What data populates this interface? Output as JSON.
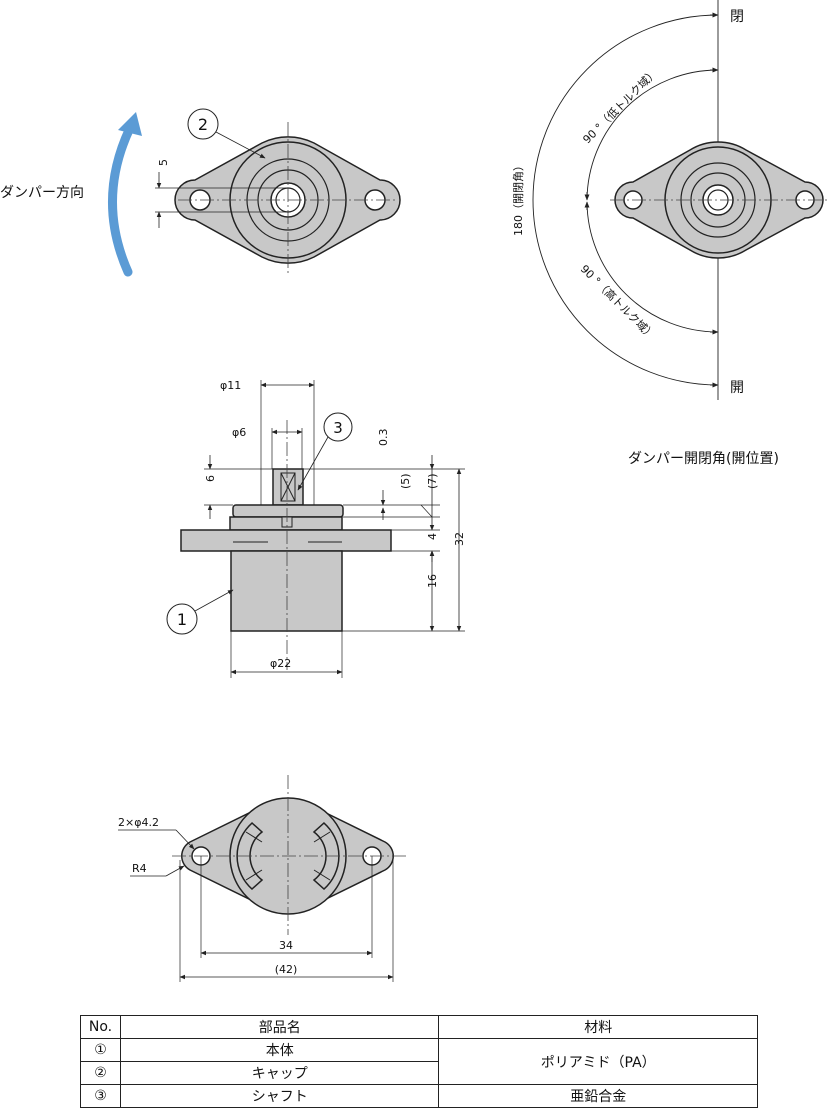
{
  "colors": {
    "part_fill": "#c8c8c8",
    "arrow_blue": "#5b9bd5",
    "line": "#222222"
  },
  "top_view": {
    "direction_label": "ダンパー方向",
    "balloon": "2",
    "dim_5": "5"
  },
  "angle_view": {
    "close_label": "閉",
    "open_label": "開",
    "low_torque": "90 °（低トルク域）",
    "high_torque": "90 °（高トルク域）",
    "range_180": "180（開閉角）",
    "caption": "ダンパー開閉角(開位置)"
  },
  "side_view": {
    "phi11": "φ11",
    "phi6": "φ6",
    "phi22": "φ22",
    "d03": "0.3",
    "d6": "6",
    "d5": "(5)",
    "d7": "(7)",
    "d4": "4",
    "d32": "32",
    "d16": "16",
    "balloon_1": "1",
    "balloon_3": "3"
  },
  "bottom_view": {
    "holes": "2×φ4.2",
    "radius": "R4",
    "d34": "34",
    "d42": "(42)"
  },
  "parts_table": {
    "headers": {
      "no": "No.",
      "name": "部品名",
      "material": "材料"
    },
    "rows": [
      {
        "no": "①",
        "name": "本体",
        "material": "ポリアミド（PA）"
      },
      {
        "no": "②",
        "name": "キャップ",
        "material": ""
      },
      {
        "no": "③",
        "name": "シャフト",
        "material": "亜鉛合金"
      }
    ]
  }
}
